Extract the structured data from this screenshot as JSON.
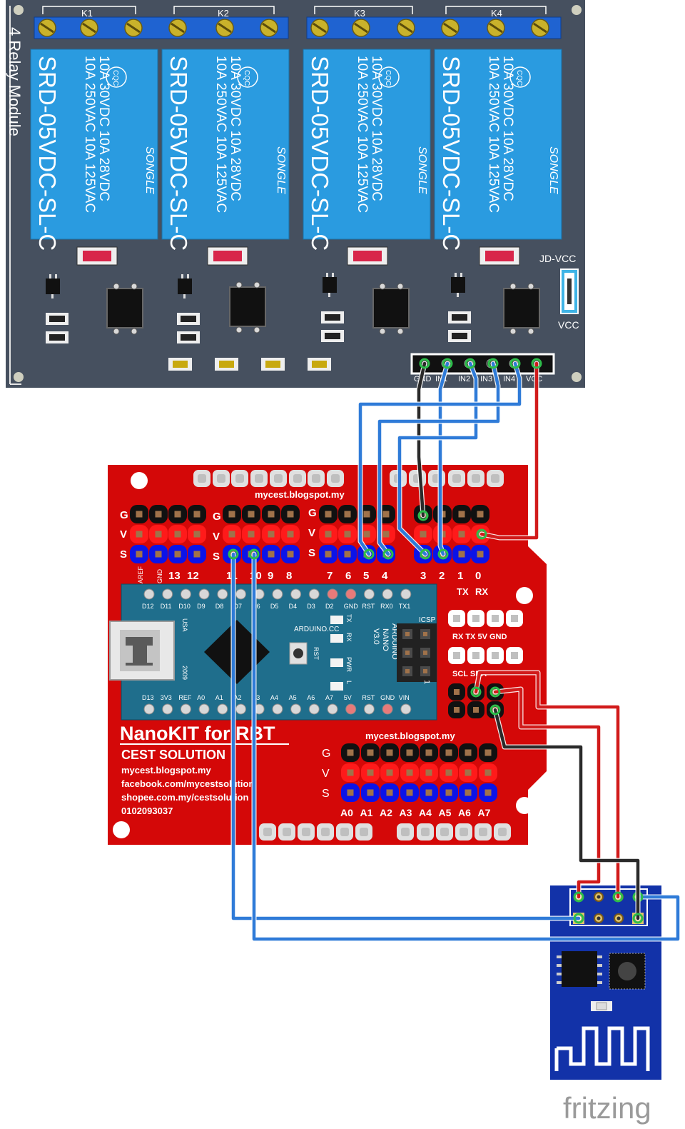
{
  "relay_module": {
    "title": "4 Relay Module",
    "relay_labels": [
      "K1",
      "K2",
      "K3",
      "K4"
    ],
    "relay_model": "SRD-05VDC-SL-C",
    "relay_rating_1": "10A 250VAC 10A 125VAC",
    "relay_rating_2": "10A 30VDC 10A 28VDC",
    "relay_brand": "SONGLE",
    "relay_cert": "CQC",
    "jumper_top": "JD-VCC",
    "jumper_bottom": "VCC",
    "header_pins": [
      "GND",
      "IN1",
      "IN2",
      "IN3",
      "IN4",
      "VCC"
    ],
    "colors": {
      "board": "#46505f",
      "relay": "#2a9be0",
      "terminal": "#1f63d1",
      "led": "#d8264a",
      "pad": "#c8a90f"
    }
  },
  "shield": {
    "top_site": "mycest.blogspot.my",
    "row_labels": [
      "G",
      "V",
      "S"
    ],
    "aref": "AREF",
    "gnd": "GND",
    "digital_labels": [
      "13",
      "12",
      "11",
      "10",
      "9",
      "8",
      "7",
      "6",
      "5",
      "4",
      "3",
      "2",
      "1",
      "0"
    ],
    "tx": "TX",
    "rx": "RX",
    "uart_labels": "RX TX 5V GND",
    "i2c_label": "SCL SDA",
    "title": "NanoKIT for RBT",
    "company": "CEST SOLUTION",
    "contact": [
      "mycest.blogspot.my",
      "facebook.com/mycestsolution",
      "shopee.com.my/cestsolution",
      "0102093037"
    ],
    "bottom_site": "mycest.blogspot.my",
    "analog_labels": [
      "A0",
      "A1",
      "A2",
      "A3",
      "A4",
      "A5",
      "A6",
      "A7"
    ],
    "colors": {
      "board": "#d40808",
      "g_row": "#111111",
      "v_row": "#ff1a1a",
      "s_row": "#0b13e8"
    }
  },
  "nano": {
    "top_pins": [
      "D12",
      "D11",
      "D10",
      "D9",
      "D8",
      "D7",
      "D6",
      "D5",
      "D4",
      "D3",
      "D2",
      "GND",
      "RST",
      "RX0",
      "TX1"
    ],
    "bottom_pins": [
      "D13",
      "3V3",
      "REF",
      "A0",
      "A1",
      "A2",
      "A3",
      "A4",
      "A5",
      "A6",
      "A7",
      "5V",
      "RST",
      "GND",
      "VIN"
    ],
    "brand": "ARDUINO.CC",
    "model": [
      "ARDUINO",
      "NANO",
      "V3.0"
    ],
    "leds": [
      "TX",
      "RX",
      "PWR",
      "L"
    ],
    "rst": "RST",
    "usa": "USA",
    "year": "2009",
    "icsp": "ICSP",
    "one": "1",
    "colors": {
      "board": "#1f6e8c"
    }
  },
  "esp": {
    "colors": {
      "board": "#1232a8"
    }
  },
  "wires": {
    "colors": {
      "blue": "#2f7bd8",
      "red": "#d11b1b",
      "black": "#2a2a2a"
    }
  },
  "watermark": "fritzing"
}
